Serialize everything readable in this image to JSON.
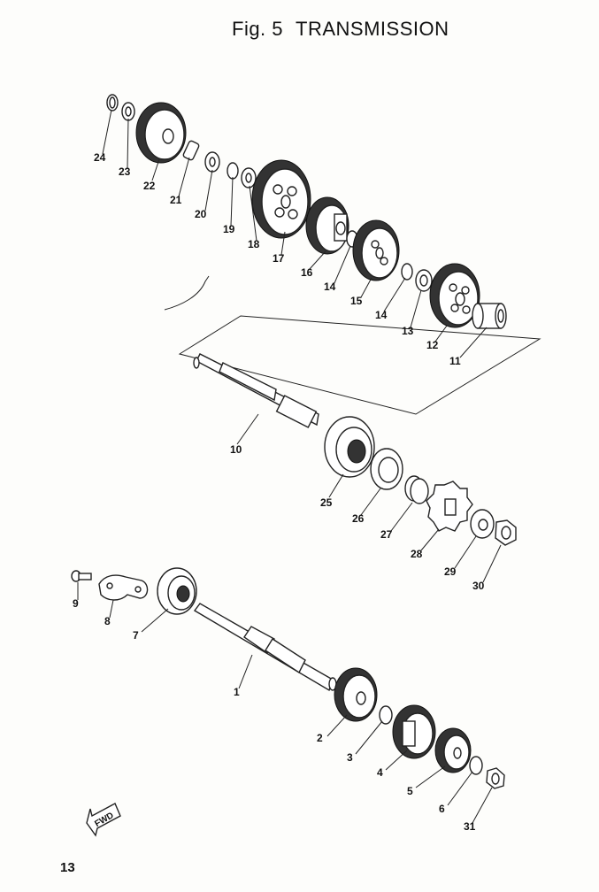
{
  "figure": {
    "label": "Fig. 5",
    "title": "TRANSMISSION",
    "direction_marker": "FWD",
    "page_number": "13"
  },
  "callouts": [
    {
      "n": "1",
      "part": "main-axle"
    },
    {
      "n": "2",
      "part": "gear"
    },
    {
      "n": "3",
      "part": "circlip"
    },
    {
      "n": "4",
      "part": "gear"
    },
    {
      "n": "5",
      "part": "gear"
    },
    {
      "n": "6",
      "part": "washer"
    },
    {
      "n": "7",
      "part": "bearing"
    },
    {
      "n": "8",
      "part": "bearing-plate"
    },
    {
      "n": "9",
      "part": "screw"
    },
    {
      "n": "10",
      "part": "drive-axle"
    },
    {
      "n": "11",
      "part": "bushing"
    },
    {
      "n": "12",
      "part": "gear"
    },
    {
      "n": "13",
      "part": "washer"
    },
    {
      "n": "14",
      "part": "circlip"
    },
    {
      "n": "15",
      "part": "gear"
    },
    {
      "n": "16",
      "part": "gear"
    },
    {
      "n": "17",
      "part": "gear"
    },
    {
      "n": "18",
      "part": "washer"
    },
    {
      "n": "19",
      "part": "circlip"
    },
    {
      "n": "20",
      "part": "washer"
    },
    {
      "n": "21",
      "part": "key"
    },
    {
      "n": "22",
      "part": "gear"
    },
    {
      "n": "23",
      "part": "washer"
    },
    {
      "n": "24",
      "part": "circlip"
    },
    {
      "n": "25",
      "part": "bearing"
    },
    {
      "n": "26",
      "part": "oil-seal"
    },
    {
      "n": "27",
      "part": "distance-collar"
    },
    {
      "n": "28",
      "part": "drive-sprocket"
    },
    {
      "n": "29",
      "part": "lock-washer"
    },
    {
      "n": "30",
      "part": "nut"
    },
    {
      "n": "31",
      "part": "nut"
    }
  ]
}
